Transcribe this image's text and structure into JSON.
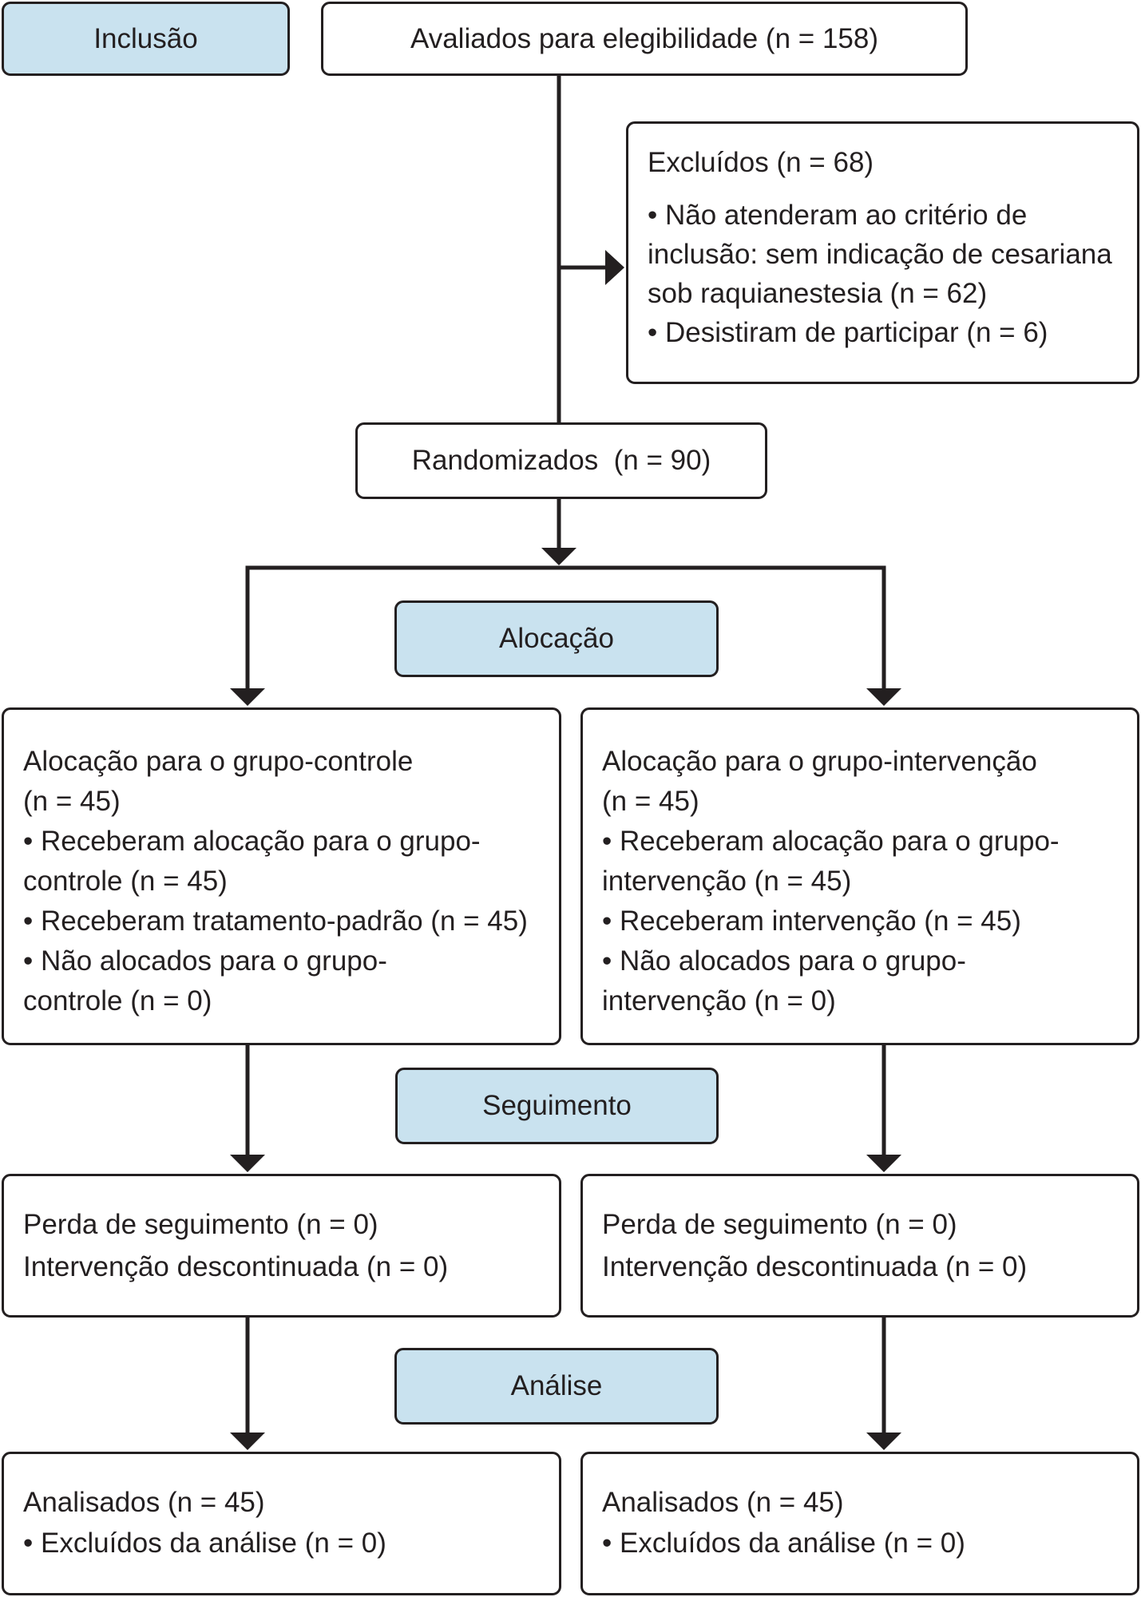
{
  "stages": {
    "inclusion": "Inclusão",
    "allocation": "Alocação",
    "followup": "Seguimento",
    "analysis": "Análise"
  },
  "assessed": "Avaliados para elegibilidade (n = 158)",
  "excluded": {
    "title": "Excluídos (n = 68)",
    "lines": [
      "• Não atenderam ao critério de",
      "inclusão: sem indicação de cesariana",
      "sob raquianestesia (n = 62)",
      "• Desistiram de participar (n = 6)"
    ]
  },
  "randomized": "Randomizados  (n = 90)",
  "control": {
    "allocation_lines": [
      "Alocação para o grupo-controle",
      "(n = 45)",
      "• Receberam alocação para o grupo-",
      "controle (n = 45)",
      "• Receberam tratamento-padrão (n = 45)",
      "• Não alocados para o grupo-",
      "controle (n = 0)"
    ],
    "followup_lines": [
      "Perda de seguimento (n = 0)",
      "Intervenção descontinuada (n = 0)"
    ],
    "analysis_lines": [
      "Analisados (n = 45)",
      "• Excluídos da análise (n = 0)"
    ]
  },
  "intervention": {
    "allocation_lines": [
      "Alocação para o grupo-intervenção",
      "(n = 45)",
      "• Receberam alocação para o grupo-",
      "intervenção (n = 45)",
      "• Receberam intervenção (n = 45)",
      "• Não alocados para o grupo-",
      "intervenção (n = 0)"
    ],
    "followup_lines": [
      "Perda de seguimento (n = 0)",
      "Intervenção descontinuada (n = 0)"
    ],
    "analysis_lines": [
      "Analisados (n = 45)",
      "• Excluídos da análise (n = 0)"
    ]
  }
}
